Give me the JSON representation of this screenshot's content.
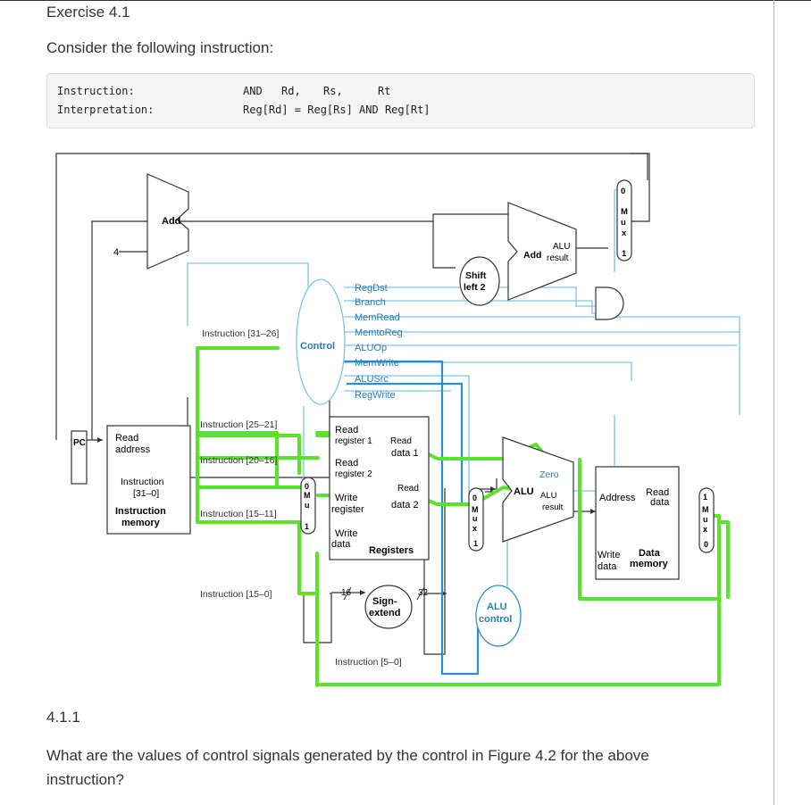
{
  "exercise_title": "Exercise 4.1",
  "intro": "Consider the following instruction:",
  "code": {
    "instruction_label": "Instruction:",
    "op": "AND",
    "rd": "Rd,",
    "rs": "Rs,",
    "rt": "Rt",
    "interpretation_label": "Interpretation:",
    "interpretation": "Reg[Rd] = Reg[Rs] AND Reg[Rt]"
  },
  "diagram": {
    "add_top": "Add",
    "four": "4",
    "pc": "PC",
    "im_read_address": [
      "Read",
      "address"
    ],
    "im_instruction": [
      "Instruction",
      "[31–0]"
    ],
    "im_title": [
      "Instruction",
      "memory"
    ],
    "control": "Control",
    "signals": [
      "RegDst",
      "Branch",
      "MemRead",
      "MemtoReg",
      "ALUOp",
      "MemWrite",
      "ALUSrc",
      "RegWrite"
    ],
    "instr_31_26": "Instruction [31–26]",
    "instr_25_21": "Instruction [25–21]",
    "instr_20_16": "Instruction [20–16]",
    "instr_15_11": "Instruction [15–11]",
    "instr_15_0": "Instruction [15–0]",
    "instr_5_0": "Instruction [5–0]",
    "shift": [
      "Shift",
      "left 2"
    ],
    "alu_add": "Add",
    "alu_result": [
      "ALU",
      "result"
    ],
    "reg_read1": [
      "Read",
      "register 1"
    ],
    "reg_read_data1": [
      "Read",
      "data 1"
    ],
    "reg_read2": [
      "Read",
      "register 2"
    ],
    "reg_read_data2": [
      "Read",
      "data 2"
    ],
    "reg_write_reg": [
      "Write",
      "register"
    ],
    "reg_write_data": [
      "Write",
      "data"
    ],
    "registers": "Registers",
    "sign_extend": [
      "Sign-",
      "extend"
    ],
    "bits16": "16",
    "bits32": "32",
    "alu_main": "ALU",
    "zero": "Zero",
    "alu_main_result": [
      "ALU",
      "result"
    ],
    "alu_control": [
      "ALU",
      "control"
    ],
    "dm_address": "Address",
    "dm_read_data": [
      "Read",
      "data"
    ],
    "dm_write_data": [
      "Write",
      "data"
    ],
    "dm_title": [
      "Data",
      "memory"
    ],
    "mux_letters": [
      "M",
      "u",
      "x"
    ],
    "zero_digit": "0",
    "one_digit": "1"
  },
  "section_number": "4.1.1",
  "question": "What are the values of control signals generated by the control in Figure 4.2 for the above instruction?"
}
